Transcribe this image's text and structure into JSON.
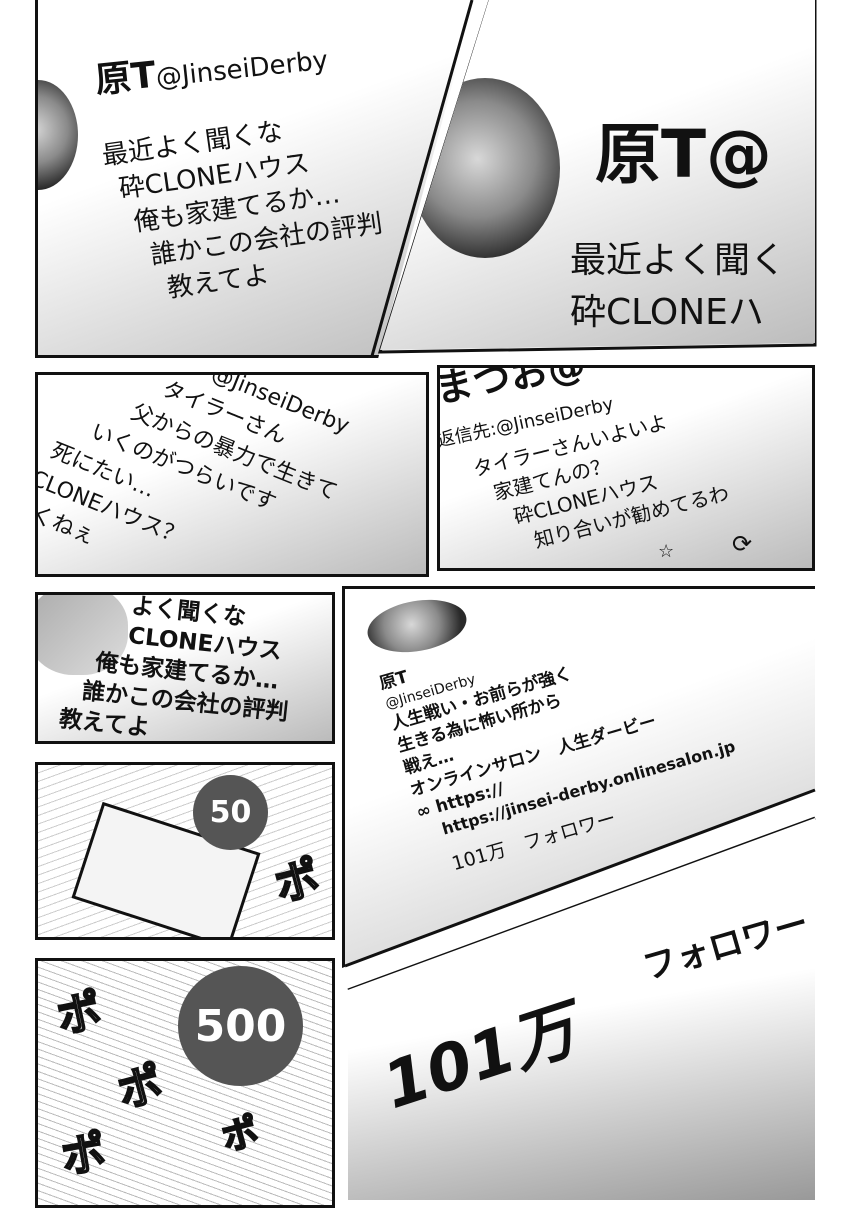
{
  "panel1": {
    "name": "原T",
    "handle": "@JinseiDerby",
    "lines": [
      "最近よく聞くな",
      "砕CLONEハウス",
      "俺も家建てるか…",
      "誰かこの会社の評判",
      "教えてよ"
    ]
  },
  "panel2": {
    "name": "原T",
    "handle": "@",
    "lines": [
      "最近よく聞く",
      "砕CLONEハ"
    ]
  },
  "panel3": {
    "handle": "@JinseiDerby",
    "lines": [
      "タイラーさん",
      "父からの暴力で生きて",
      "いくのがつらいです",
      "死にたい…",
      "砕CLONEハウス？",
      "住みたくねぇ"
    ]
  },
  "panel4": {
    "name": "まつお@",
    "reply_to": "返信先:@JinseiDerby",
    "lines": [
      "タイラーさんいよいよ",
      "家建てんの？",
      "砕CLONEハウス",
      "知り合いが勧めてるわ"
    ]
  },
  "panel5": {
    "lines": [
      "よく聞くな",
      "CLONEハウス",
      "俺も家建てるか…",
      "誰かこの会社の評判",
      "教えてよ"
    ]
  },
  "profile": {
    "name": "原T",
    "handle": "@JinseiDerby",
    "bio": [
      "人生戦い・お前らが強く",
      "生きる為に怖い所から",
      "戦え…",
      "オンラインサロン　人生ダービー"
    ],
    "url": "https://jinsei-derby.onlinesalon.jp",
    "link_display": "https://",
    "followers": "101万",
    "followers_label": "フォロワー"
  },
  "panel7": {
    "badge": "50",
    "sfx": "ポ"
  },
  "panel8": {
    "badge": "500",
    "sfx": [
      "ポ",
      "ポ",
      "ポ",
      "ポ"
    ]
  },
  "panel9": {
    "followers": "101万",
    "followers_label": "フォロワー"
  }
}
